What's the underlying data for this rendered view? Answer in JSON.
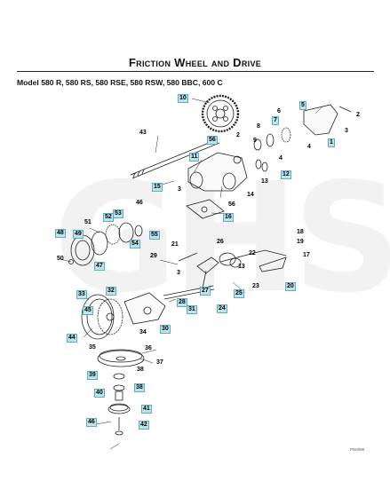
{
  "header": {
    "title": "Friction Wheel and Drive",
    "model_line": "Model 580 R, 580 RS, 580 RSE, 580 RSW, 580 BBC, 600 C"
  },
  "diagram": {
    "drawing_code": "PN0090",
    "watermark": "GHS",
    "labels": [
      "10",
      "5",
      "2",
      "3",
      "1",
      "8",
      "6",
      "7",
      "43",
      "2",
      "9",
      "4",
      "4",
      "56",
      "11",
      "12",
      "13",
      "15",
      "14",
      "3",
      "16",
      "56",
      "46",
      "53",
      "51",
      "52",
      "48",
      "49",
      "54",
      "55",
      "50",
      "47",
      "18",
      "26",
      "21",
      "19",
      "22",
      "17",
      "29",
      "13",
      "3",
      "20",
      "23",
      "27",
      "25",
      "28",
      "31",
      "24",
      "32",
      "33",
      "45",
      "30",
      "34",
      "44",
      "35",
      "36",
      "37",
      "38",
      "39",
      "38",
      "40",
      "41",
      "46",
      "42"
    ]
  }
}
